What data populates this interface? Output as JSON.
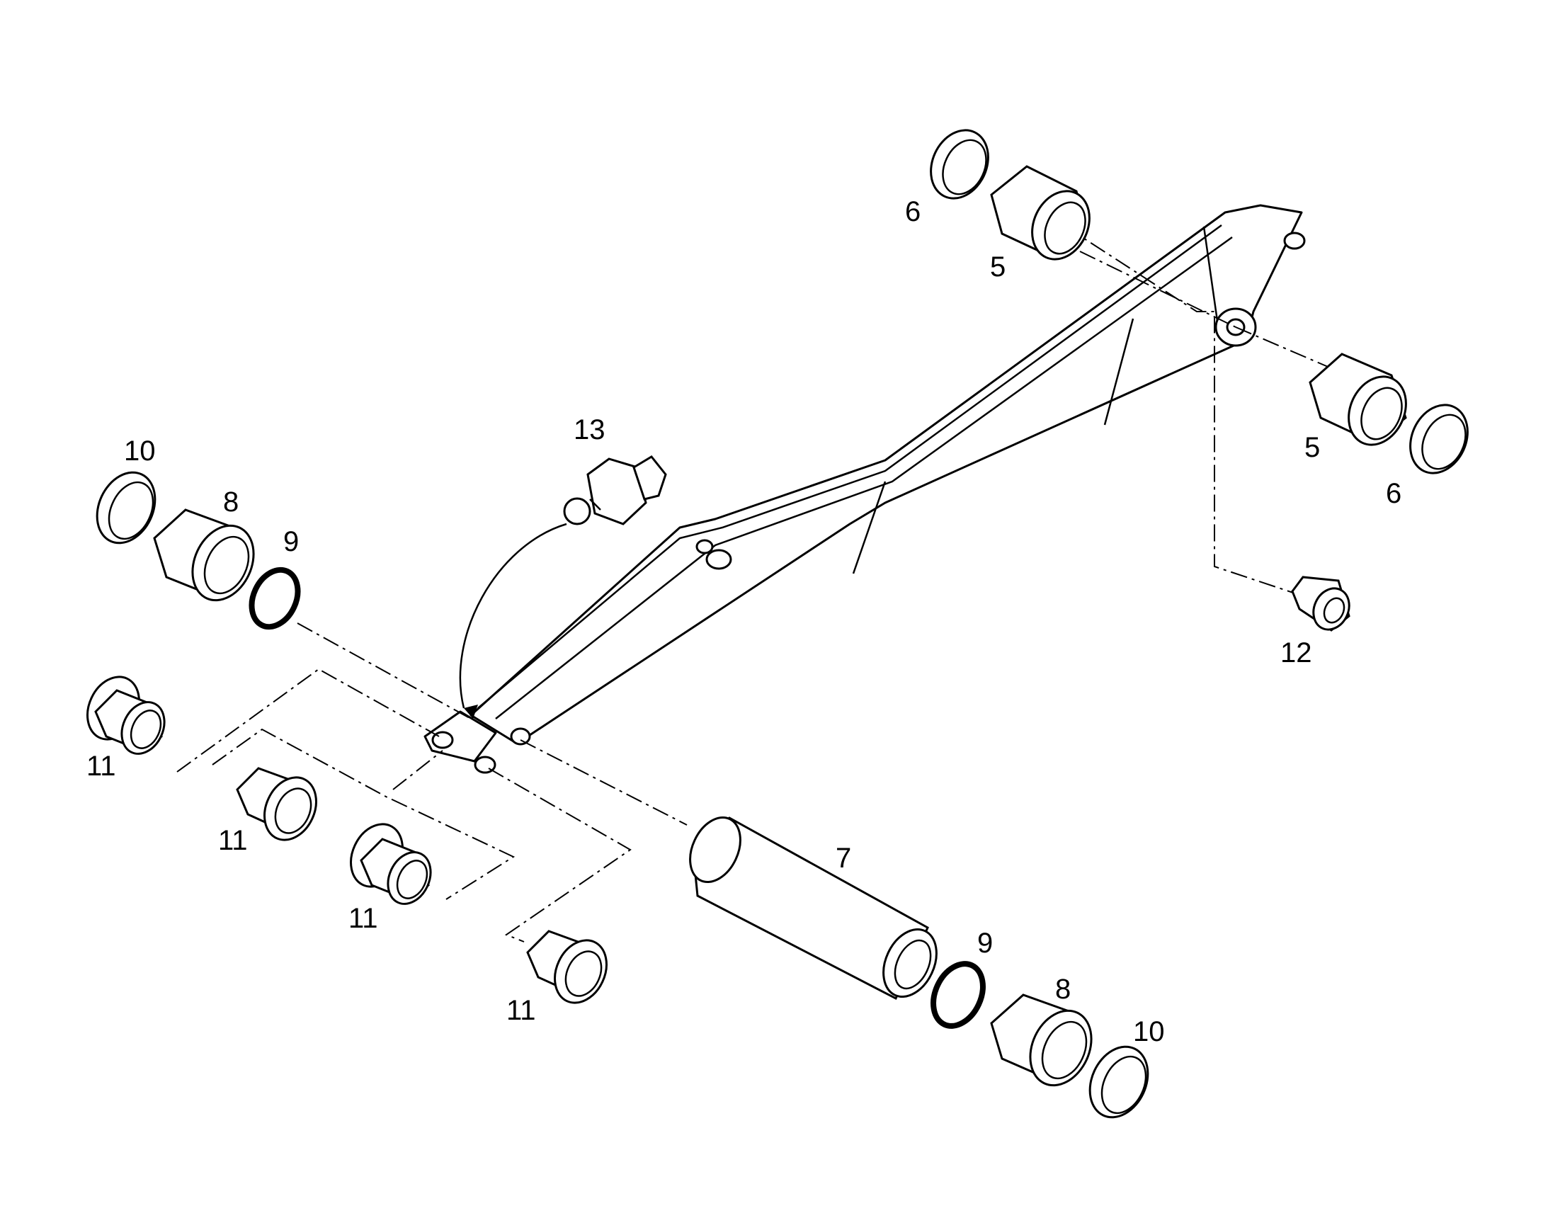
{
  "diagram": {
    "parts": [
      {
        "id": "part-6-top",
        "label": "6"
      },
      {
        "id": "part-5-top",
        "label": "5"
      },
      {
        "id": "part-5-right",
        "label": "5"
      },
      {
        "id": "part-6-right",
        "label": "6"
      },
      {
        "id": "part-12",
        "label": "12"
      },
      {
        "id": "part-13",
        "label": "13"
      },
      {
        "id": "part-10-left",
        "label": "10"
      },
      {
        "id": "part-8-left",
        "label": "8"
      },
      {
        "id": "part-9-left",
        "label": "9"
      },
      {
        "id": "part-11-a",
        "label": "11"
      },
      {
        "id": "part-11-b",
        "label": "11"
      },
      {
        "id": "part-11-c",
        "label": "11"
      },
      {
        "id": "part-11-d",
        "label": "11"
      },
      {
        "id": "part-7",
        "label": "7"
      },
      {
        "id": "part-9-right",
        "label": "9"
      },
      {
        "id": "part-8-right",
        "label": "8"
      },
      {
        "id": "part-10-right",
        "label": "10"
      }
    ]
  }
}
